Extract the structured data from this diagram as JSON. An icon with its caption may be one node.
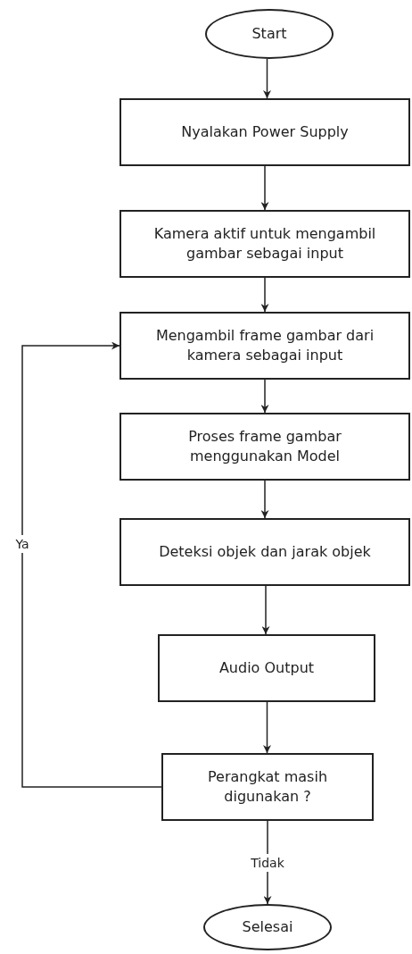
{
  "diagram": {
    "nodes": [
      {
        "text": [
          "Start"
        ]
      },
      {
        "text": [
          "Nyalakan Power Supply"
        ]
      },
      {
        "text": [
          "Kamera aktif untuk mengambil gambar sebagai input"
        ]
      },
      {
        "text": [
          "Mengambil frame gambar dari kamera sebagai input"
        ]
      },
      {
        "text": [
          "Proses frame gambar menggunakan Model"
        ]
      },
      {
        "text": [
          "Deteksi objek dan jarak objek"
        ]
      },
      {
        "text": [
          "Audio Output"
        ]
      },
      {
        "text": [
          "Perangkat masih digunakan ?"
        ]
      },
      {
        "text": [
          "Selesai"
        ]
      }
    ],
    "edges": [
      {
        "from": 0,
        "to": 1,
        "arrow": "to"
      },
      {
        "from": 1,
        "to": 2,
        "arrow": "to"
      },
      {
        "from": 2,
        "to": 3,
        "arrow": "to"
      },
      {
        "from": 3,
        "to": 4,
        "arrow": "to"
      },
      {
        "from": 4,
        "to": 5,
        "arrow": "to"
      },
      {
        "from": 5,
        "to": 6,
        "arrow": "to"
      },
      {
        "from": 6,
        "to": 7,
        "arrow": "to"
      },
      {
        "from": 7,
        "to": 3,
        "arrow": "to",
        "label": "Ya"
      },
      {
        "from": 7,
        "to": 8,
        "arrow": "to",
        "label": "Tidak"
      }
    ]
  }
}
